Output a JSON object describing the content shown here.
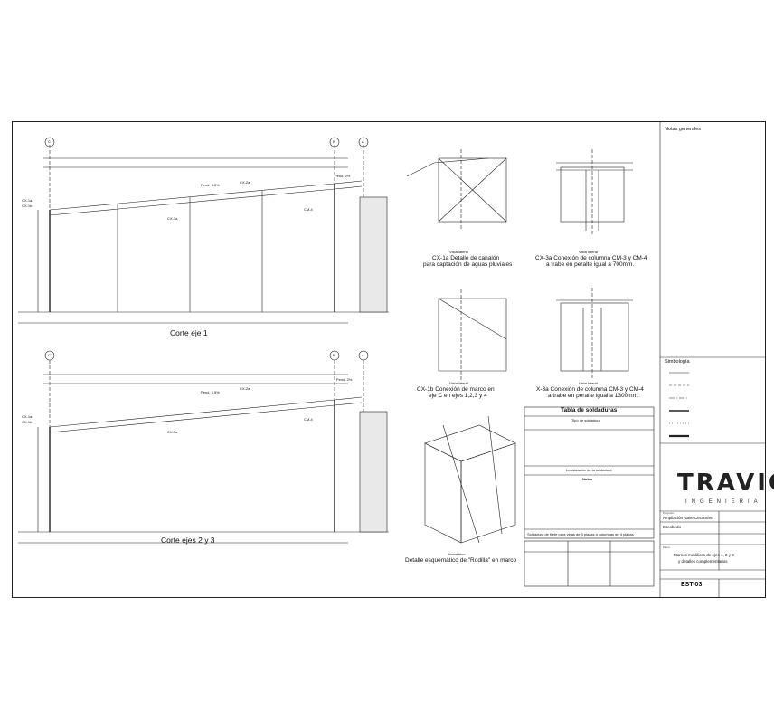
{
  "views": {
    "corte_eje_1": "Corte eje 1",
    "corte_ejes_2_3": "Corte ejes 2 y 3",
    "pend_1": "Pend. 5.5%",
    "pend_2": "Pend. 2%",
    "ref_cx3a": "CX-3a",
    "ref_cx2a": "CX-2a",
    "ref_cx1a": "CX-1a",
    "ref_cx1b": "CX-1b",
    "ref_cm4": "CM-4",
    "axis_c": "C",
    "axis_b": "B",
    "axis_a": "A"
  },
  "details": {
    "cx1a_head": "Vista lateral",
    "cx1a_title": "CX-1a  Detalle de canalón",
    "cx1a_sub": "para captación de aguas pluviales",
    "cx3a_head": "Vista lateral",
    "cx3a_title": "CX-3a  Conexión de columna CM-3 y CM-4",
    "cx3a_sub": "a trabe en peralte igual a 700mm.",
    "cx1b_head": "Vista lateral",
    "cx1b_title": "CX-1b  Conexión de marco en",
    "cx1b_sub": "eje C en ejes 1,2,3 y 4",
    "x3a_head": "Vista lateral",
    "x3a_title": "X-3a  Conexión de columna CM-3 y CM-4",
    "x3a_sub": "a trabe en peralte igual a 1300mm.",
    "iso_head": "Isométrico",
    "iso_title": "Detalle esquemático de \"Rodilla\" en marco"
  },
  "welding": {
    "title": "Tabla de soldaduras",
    "sub1": "Tipo de soldadura",
    "sub2": "Localización de la soldadura",
    "notes": "Notas",
    "fillet_title": "Soldadura de filete para vigas de 3 placas ó columnas de 4 placas"
  },
  "notes_panel": {
    "title": "Notas generales",
    "simbologia": "Simbología"
  },
  "title_block": {
    "brand": "TRAVIC",
    "brand_sub": "INGENIERIA",
    "project_label": "Proyecto:",
    "project": "Ampliación Nave Cecomferi",
    "location": "Escobedo",
    "content_label": "Plano:",
    "content_1": "Marcos metálicos de ejes 1, 2 y 3",
    "content_2": "y detalles complementarios",
    "sheet": "EST-03"
  }
}
